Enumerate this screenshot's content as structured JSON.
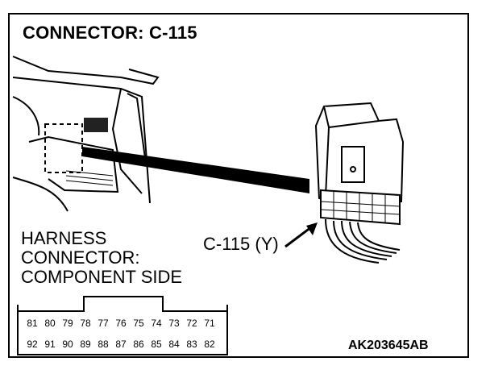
{
  "title": "CONNECTOR: C-115",
  "harness_label": [
    "HARNESS",
    "CONNECTOR:",
    "COMPONENT SIDE"
  ],
  "callout": "C-115 (Y)",
  "figure_code": "AK203645AB",
  "pins": {
    "top_row": [
      "81",
      "80",
      "79",
      "78",
      "77",
      "76",
      "75",
      "74",
      "73",
      "72",
      "71"
    ],
    "bottom_row": [
      "92",
      "91",
      "90",
      "89",
      "88",
      "87",
      "86",
      "85",
      "84",
      "83",
      "82"
    ]
  }
}
